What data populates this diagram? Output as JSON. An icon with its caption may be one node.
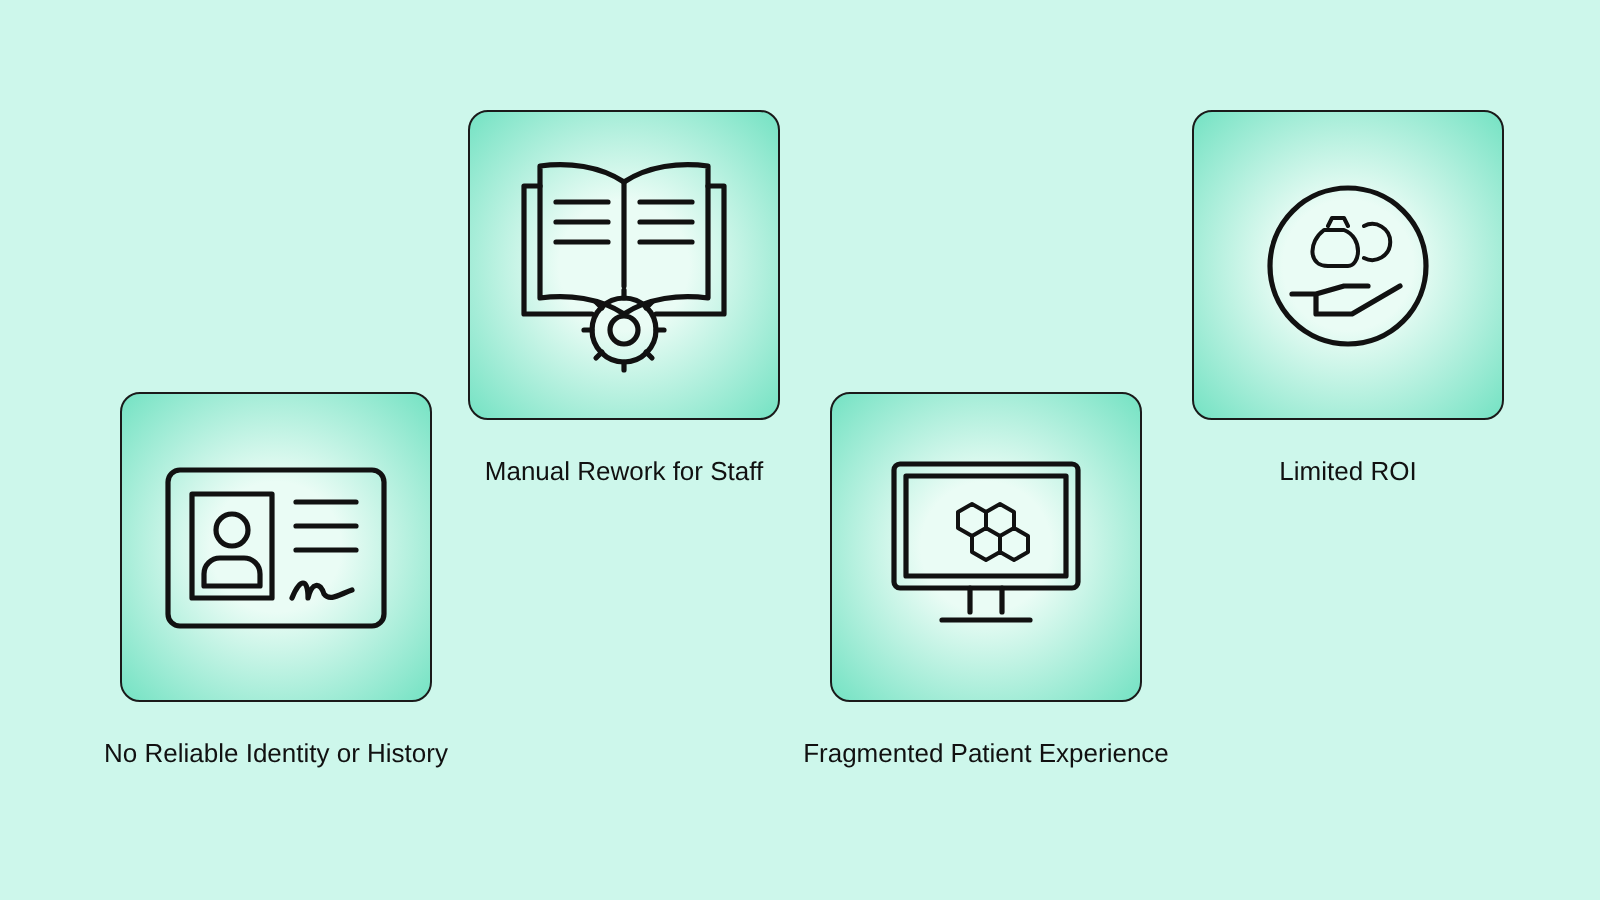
{
  "diagram": {
    "nodes": [
      {
        "text": [
          "No Reliable Identity or History"
        ]
      },
      {
        "text": [
          "Manual Rework for Staff"
        ]
      },
      {
        "text": [
          "Fragmented Patient Experience"
        ]
      },
      {
        "text": [
          "Limited ROI"
        ]
      }
    ]
  }
}
